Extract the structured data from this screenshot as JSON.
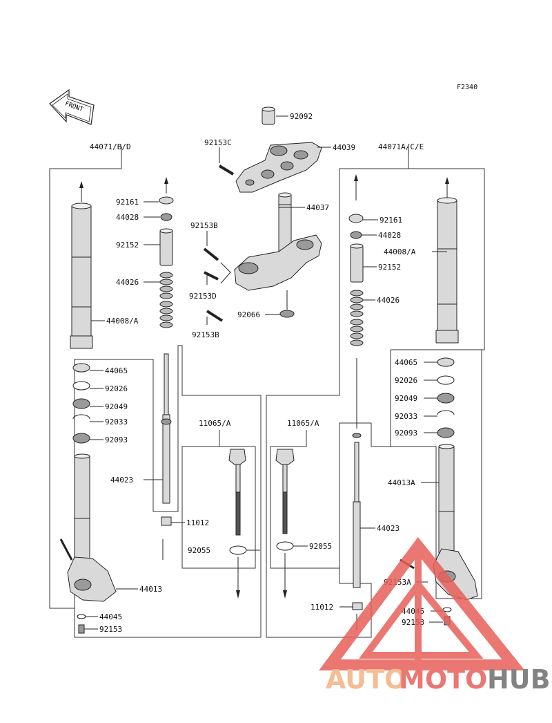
{
  "figure_code": "F2340",
  "front_label": "FRONT",
  "group_labels": {
    "left": "44071/B/D",
    "right": "44071A/C/E",
    "kit_left": "11065/A",
    "kit_right": "11065/A"
  },
  "parts": {
    "p92092": "92092",
    "p44039": "44039",
    "p92153C": "92153C",
    "p44037": "44037",
    "p92153B_top": "92153B",
    "p92153D": "92153D",
    "p92153B_bot": "92153B",
    "p92066": "92066",
    "L_92161": "92161",
    "L_44028": "44028",
    "L_92152": "92152",
    "L_44026": "44026",
    "L_44008": "44008/A",
    "L_44065": "44065",
    "L_92026": "92026",
    "L_92049": "92049",
    "L_92033": "92033",
    "L_92093": "92093",
    "L_44023": "44023",
    "L_11012": "11012",
    "L_92055": "92055",
    "L_44013": "44013",
    "L_44045": "44045",
    "L_92153": "92153",
    "R_92161": "92161",
    "R_44028": "44028",
    "R_44008": "44008/A",
    "R_92152": "92152",
    "R_44026": "44026",
    "R_44065": "44065",
    "R_92026": "92026",
    "R_92049": "92049",
    "R_92033": "92033",
    "R_92093": "92093",
    "R_44013A": "44013A",
    "R_44023": "44023",
    "R_92055": "92055",
    "R_11012": "11012",
    "R_92153A": "92153A",
    "R_44045": "44045",
    "R_92153": "92153"
  },
  "watermark": {
    "word_a": "AUTO",
    "word_b": "MOTO",
    "word_c": "HUB",
    "color_a": "#f4b183",
    "color_b": "#e8605a",
    "color_c": "#6e6e6e",
    "triangle_color": "#e8605a"
  }
}
